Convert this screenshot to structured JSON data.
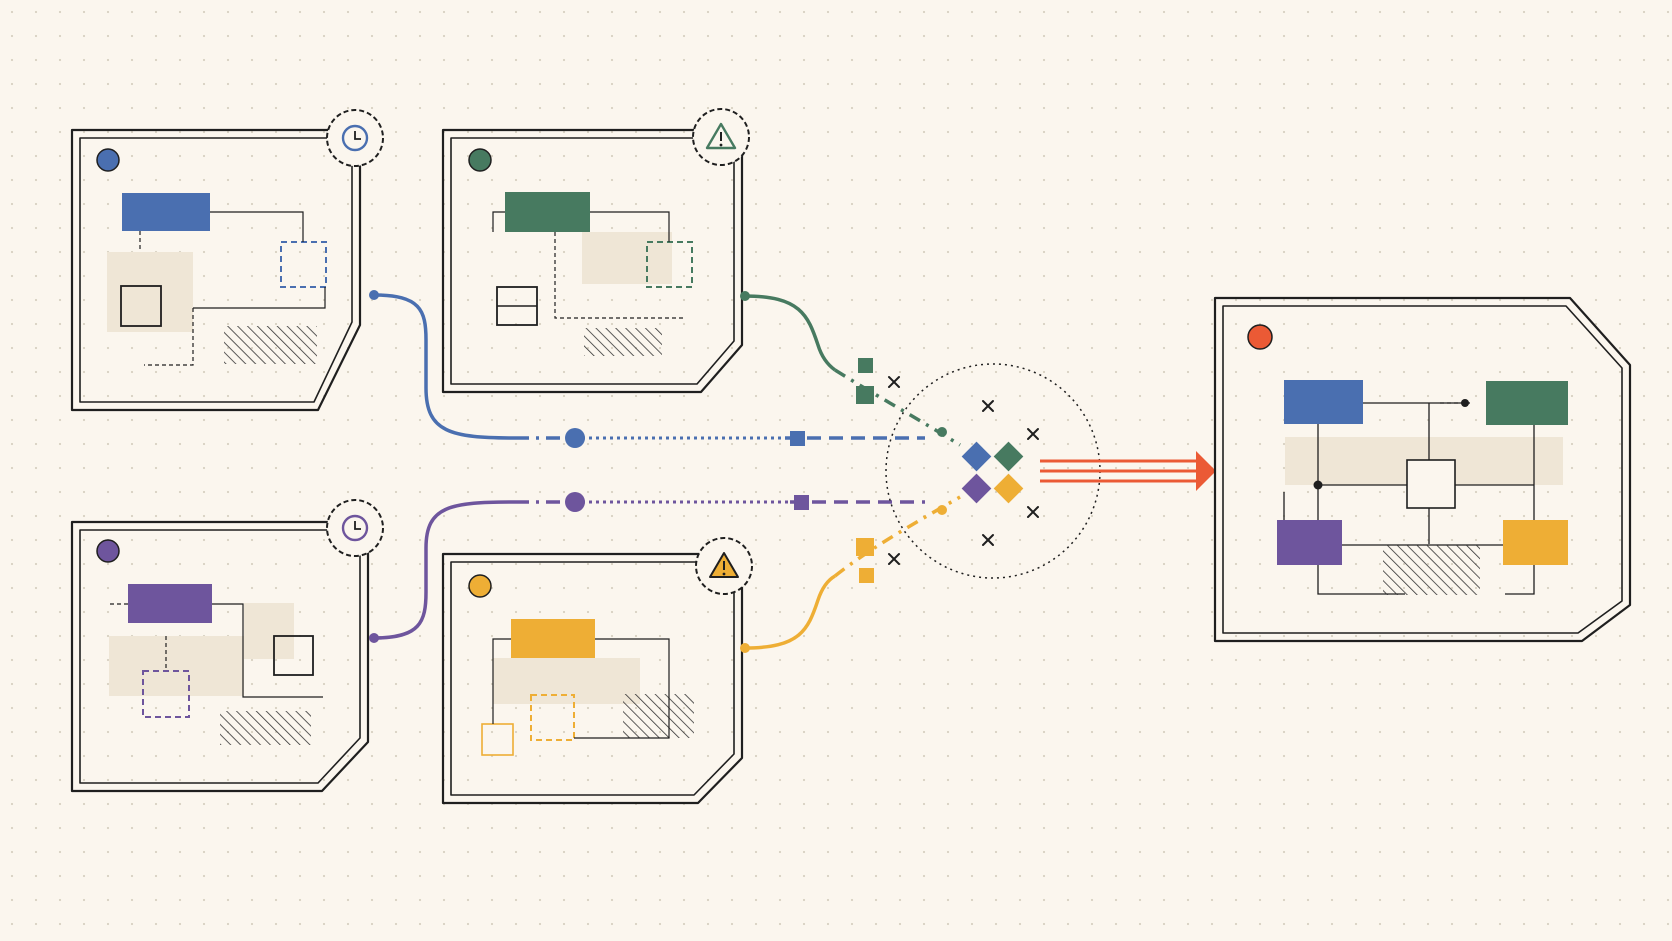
{
  "colors": {
    "background": "#fbf6ee",
    "ink": "#1f1f1f",
    "blue": "#4a6fb0",
    "green": "#477a60",
    "purple": "#6e559d",
    "yellow": "#eeae35",
    "orange": "#eb5a35",
    "beige": "#efe6d6"
  },
  "source_panels": [
    {
      "name": "panel-blue",
      "color": "blue",
      "badge": "clock-icon"
    },
    {
      "name": "panel-green",
      "color": "green",
      "badge": "warning-icon"
    },
    {
      "name": "panel-purple",
      "color": "purple",
      "badge": "clock-icon"
    },
    {
      "name": "panel-yellow",
      "color": "yellow",
      "badge": "warning-icon"
    }
  ],
  "merge_node": {
    "icons": [
      "diamond-blue-icon",
      "diamond-green-icon",
      "diamond-purple-icon",
      "diamond-yellow-icon"
    ],
    "rejected_markers": 6
  },
  "output_arrow": {
    "icon": "triple-arrow-icon",
    "color": "orange"
  },
  "result_panel": {
    "color": "orange",
    "blocks": [
      "blue",
      "green",
      "purple",
      "yellow"
    ]
  }
}
